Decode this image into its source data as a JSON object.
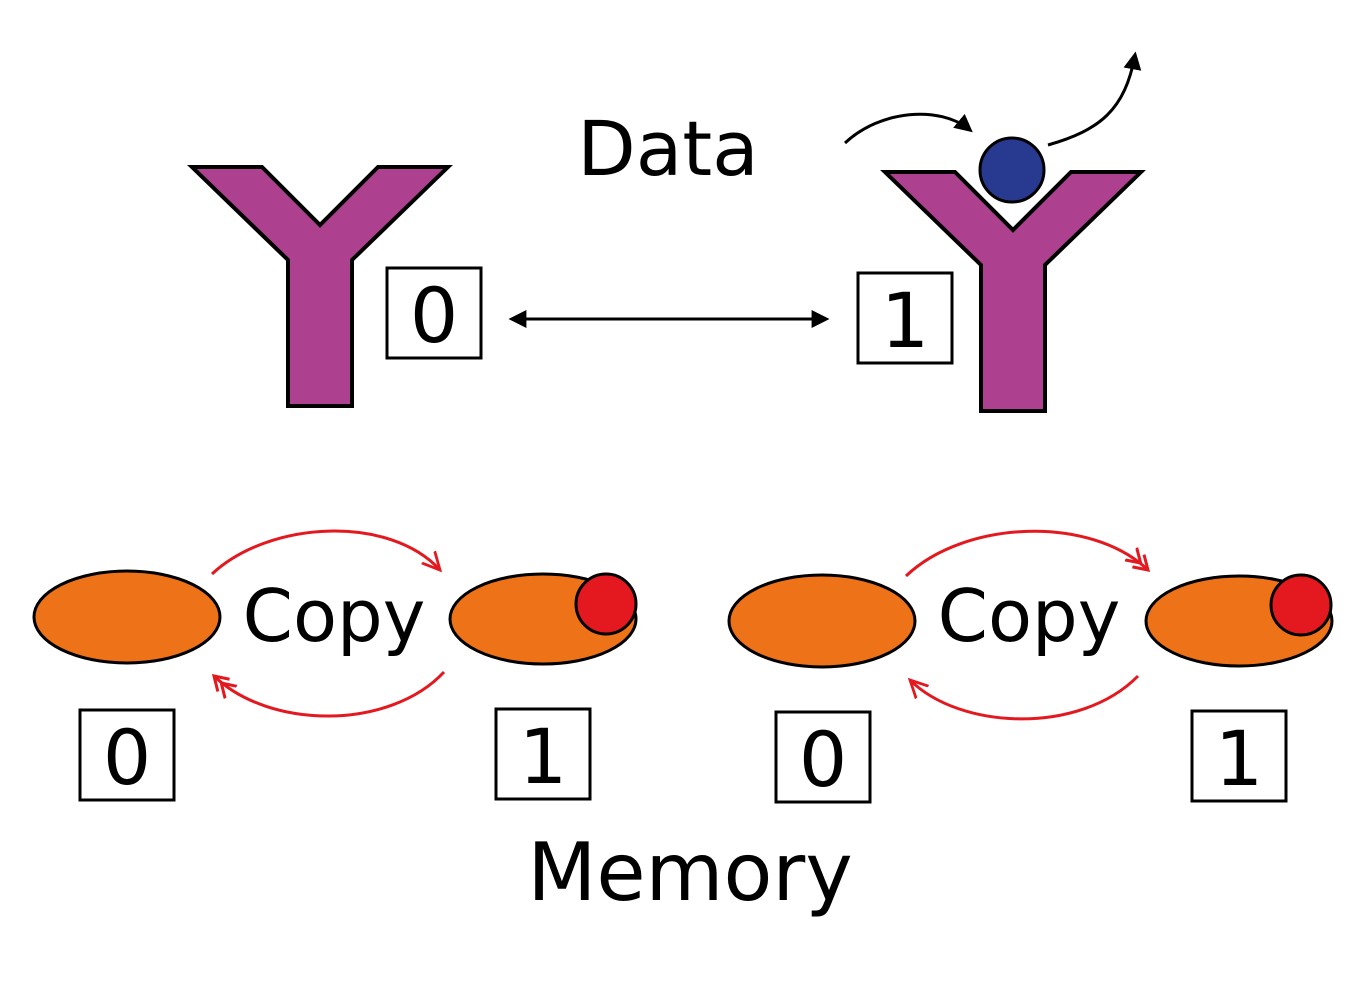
{
  "labels": {
    "data": "Data",
    "memory": "Memory",
    "copy_left": "Copy",
    "copy_right": "Copy"
  },
  "boxes": {
    "receptor_left": "0",
    "receptor_right": "1",
    "mem_left_0": "0",
    "mem_left_1": "1",
    "mem_right_0": "0",
    "mem_right_1": "1"
  },
  "colors": {
    "receptor": "#ad4190",
    "particle": "#283a8f",
    "disk": "#ee7318",
    "memory_dot": "#e3191f",
    "copy_arrow": "#e3191f",
    "ink": "#000000"
  }
}
